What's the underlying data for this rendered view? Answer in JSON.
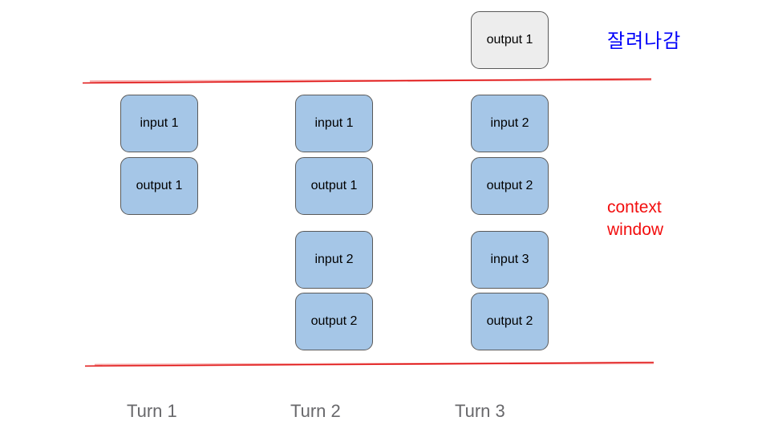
{
  "diagram": {
    "truncated_box": {
      "label": "output 1"
    },
    "truncated_note": "잘려나감",
    "context_note": "context\nwindow",
    "columns": [
      {
        "label": "Turn 1",
        "boxes": [
          {
            "label": "input 1"
          },
          {
            "label": "output 1"
          }
        ]
      },
      {
        "label": "Turn 2",
        "boxes": [
          {
            "label": "input 1"
          },
          {
            "label": "output 1"
          },
          {
            "label": "input 2"
          },
          {
            "label": "output 2"
          }
        ]
      },
      {
        "label": "Turn 3",
        "boxes": [
          {
            "label": "input 2"
          },
          {
            "label": "output 2"
          },
          {
            "label": "input 3"
          },
          {
            "label": "output 2"
          }
        ]
      }
    ],
    "colors": {
      "box_fill": "#a5c6e7",
      "box_border": "#5a5a5a",
      "truncated_box_fill": "#ededed",
      "boundary_red": "#e01212",
      "note_red": "#f20d0d",
      "note_blue": "#0000fa",
      "turn_label_gray": "#68686b"
    }
  }
}
